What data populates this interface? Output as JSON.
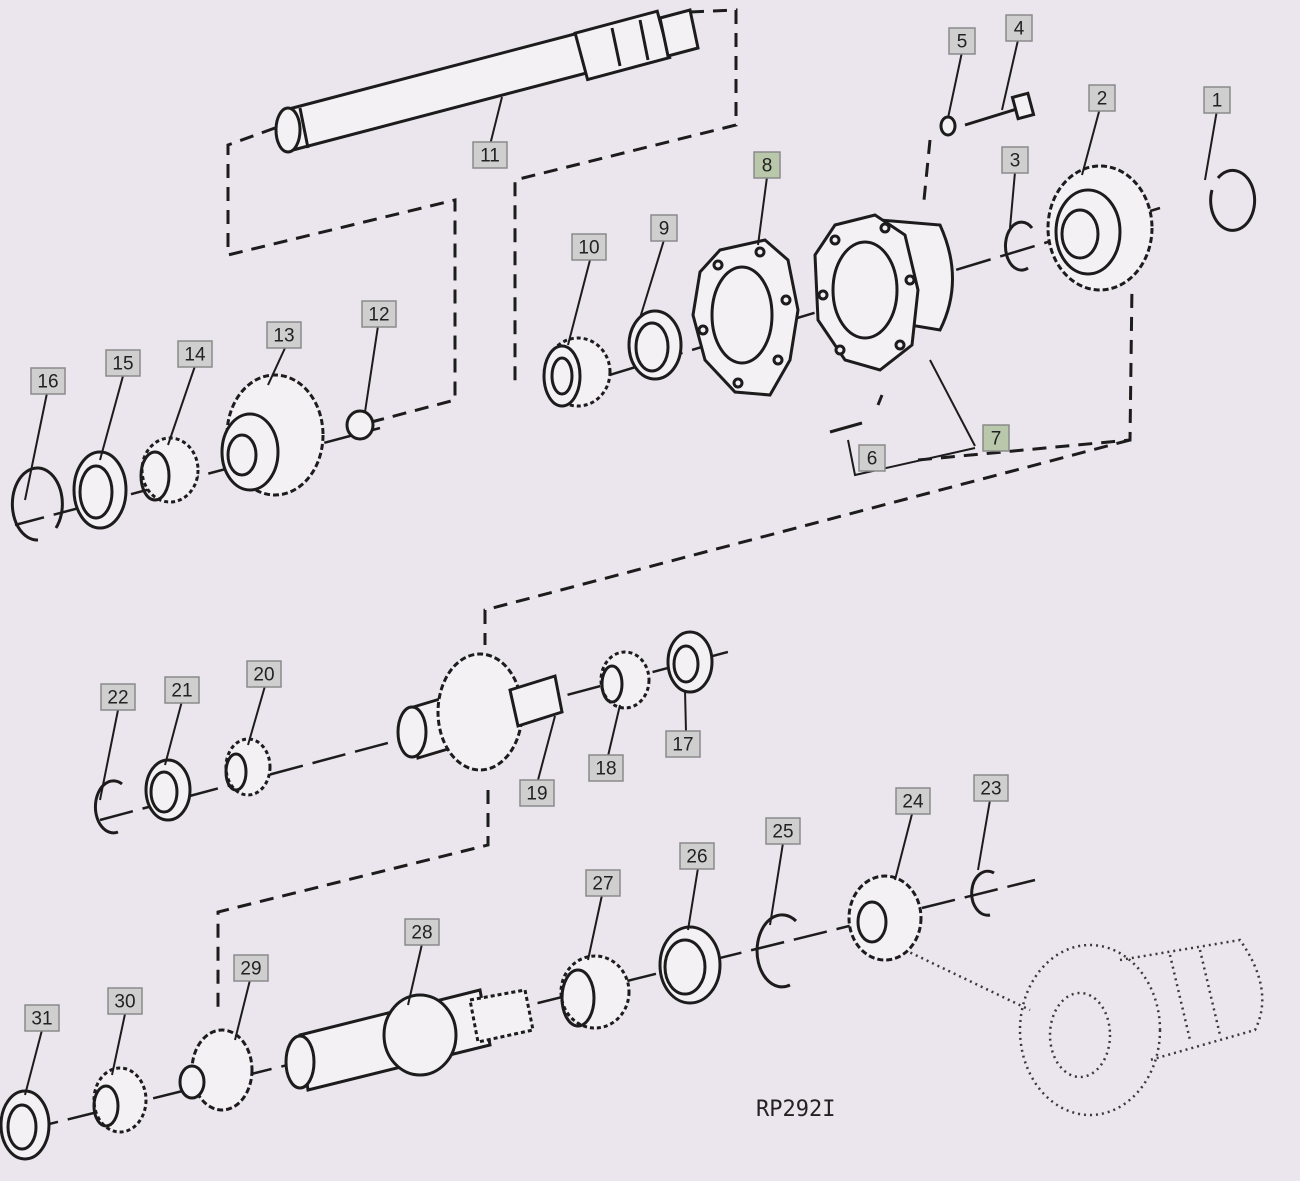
{
  "diagram": {
    "reference_code": "RP292I",
    "callouts": [
      "1",
      "2",
      "3",
      "4",
      "5",
      "6",
      "7",
      "8",
      "9",
      "10",
      "11",
      "12",
      "13",
      "14",
      "15",
      "16",
      "17",
      "18",
      "19",
      "20",
      "21",
      "22",
      "23",
      "24",
      "25",
      "26",
      "27",
      "28",
      "29",
      "30",
      "31"
    ]
  }
}
